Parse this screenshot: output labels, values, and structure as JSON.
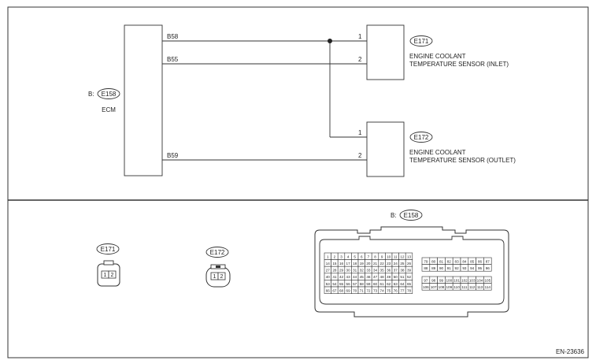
{
  "wiring": {
    "ecm": {
      "connector_prefix": "B:",
      "connector": "E158",
      "label": "ECM"
    },
    "wires": [
      {
        "terminal": "B58",
        "sensor_pin": "1"
      },
      {
        "terminal": "B55",
        "sensor_pin": "2"
      },
      {
        "terminal": "B59",
        "sensor_pin": "2",
        "extra_pin": "1"
      }
    ],
    "sensors": [
      {
        "connector": "E171",
        "line1": "ENGINE COOLANT",
        "line2": "TEMPERATURE SENSOR (INLET)"
      },
      {
        "connector": "E172",
        "line1": "ENGINE COOLANT",
        "line2": "TEMPERATURE SENSOR (OUTLET)"
      }
    ]
  },
  "connectors": {
    "e171": {
      "label": "E171",
      "pins": [
        "1",
        "2"
      ]
    },
    "e172": {
      "label": "E172",
      "pins": [
        "1",
        "2"
      ]
    },
    "e158": {
      "prefix": "B:",
      "label": "E158",
      "left_rows": [
        [
          "1",
          "2",
          "3",
          "4",
          "5",
          "6",
          "7",
          "8",
          "9",
          "10",
          "11",
          "12",
          "13"
        ],
        [
          "14",
          "15",
          "16",
          "17",
          "18",
          "19",
          "20",
          "21",
          "22",
          "23",
          "24",
          "25",
          "26"
        ],
        [
          "27",
          "28",
          "29",
          "30",
          "31",
          "32",
          "33",
          "34",
          "35",
          "36",
          "37",
          "38",
          "39"
        ],
        [
          "40",
          "41",
          "42",
          "43",
          "44",
          "45",
          "46",
          "47",
          "48",
          "49",
          "50",
          "51",
          "52"
        ],
        [
          "53",
          "54",
          "55",
          "56",
          "57",
          "58",
          "59",
          "60",
          "61",
          "62",
          "63",
          "64",
          "65"
        ],
        [
          "66",
          "67",
          "68",
          "69",
          "70",
          "71",
          "72",
          "73",
          "74",
          "75",
          "76",
          "77",
          "78"
        ]
      ],
      "right_top_rows": [
        [
          "79",
          "80",
          "81",
          "82",
          "83",
          "84",
          "85",
          "86",
          "87"
        ],
        [
          "88",
          "89",
          "90",
          "91",
          "92",
          "93",
          "94",
          "95",
          "96"
        ]
      ],
      "right_bottom_rows": [
        [
          "97",
          "98",
          "99",
          "100",
          "101",
          "102",
          "103",
          "104",
          "105"
        ],
        [
          "106",
          "107",
          "108",
          "109",
          "110",
          "111",
          "112",
          "113",
          "114"
        ]
      ]
    }
  },
  "figure_code": "EN-23636"
}
